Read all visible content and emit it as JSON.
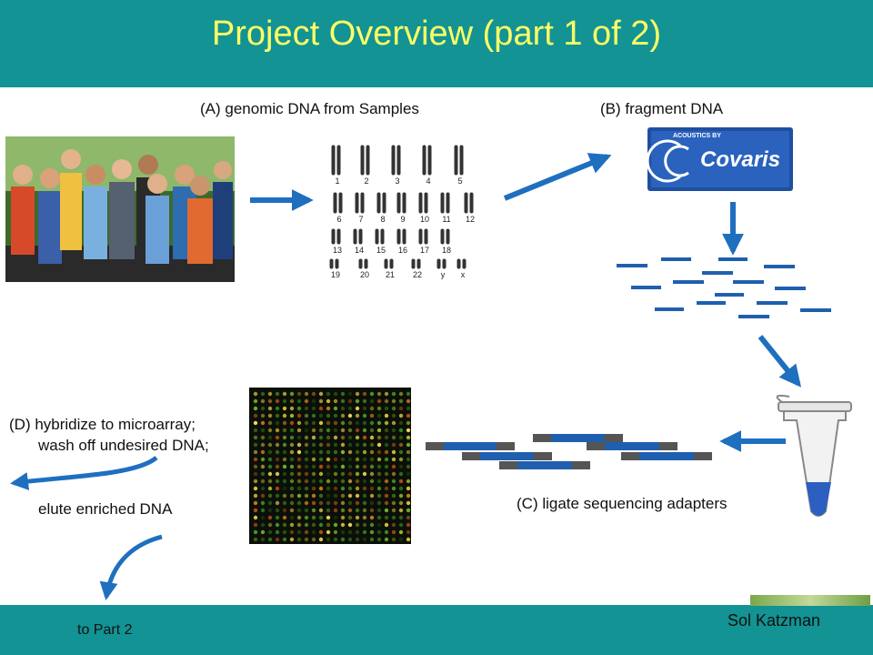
{
  "title": "Project Overview (part 1 of 2)",
  "steps": {
    "a": "(A) genomic DNA from Samples",
    "b": "(B) fragment DNA",
    "c": "(C) ligate sequencing adapters",
    "d1": "(D) hybridize to microarray;",
    "d2": "wash off undesired DNA;",
    "d3": "elute enriched DNA"
  },
  "logo": {
    "top": "ACOUSTICS BY",
    "name": "Covaris"
  },
  "karyotype_labels": [
    "1",
    "2",
    "3",
    "4",
    "5",
    "6",
    "7",
    "8",
    "9",
    "10",
    "11",
    "12",
    "13",
    "14",
    "15",
    "16",
    "17",
    "18",
    "19",
    "20",
    "21",
    "22",
    "y",
    "x"
  ],
  "footer": {
    "left": "to Part 2",
    "right": "Sol Katzman"
  },
  "colors": {
    "band": "#139393",
    "title": "#ffff66",
    "arrow": "#1f6fbf",
    "fragment": "#1f5fae",
    "adapter": "#555555"
  }
}
